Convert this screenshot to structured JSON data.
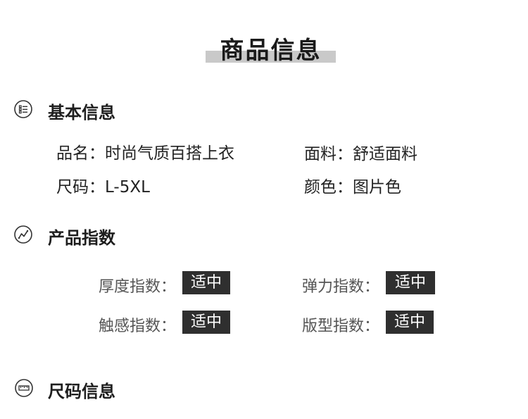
{
  "page": {
    "title": "商品信息"
  },
  "sections": {
    "basic": {
      "title": "基本信息",
      "icon": "list-icon",
      "name_label": "品名：",
      "name_value": "时尚气质百搭上衣",
      "fabric_label": "面料：",
      "fabric_value": "舒适面料",
      "size_label": "尺码：",
      "size_value": "L-5XL",
      "color_label": "颜色：",
      "color_value": "图片色"
    },
    "index": {
      "title": "产品指数",
      "icon": "trend-icon",
      "thickness_label": "厚度指数：",
      "thickness_value": "适中",
      "elasticity_label": "弹力指数：",
      "elasticity_value": "适中",
      "touch_label": "触感指数：",
      "touch_value": "适中",
      "fit_label": "版型指数：",
      "fit_value": "适中"
    },
    "size": {
      "title": "尺码信息",
      "icon": "ruler-icon"
    }
  },
  "colors": {
    "badge_bg": "#2f2f2f",
    "title_bar": "#c9c9c9"
  }
}
